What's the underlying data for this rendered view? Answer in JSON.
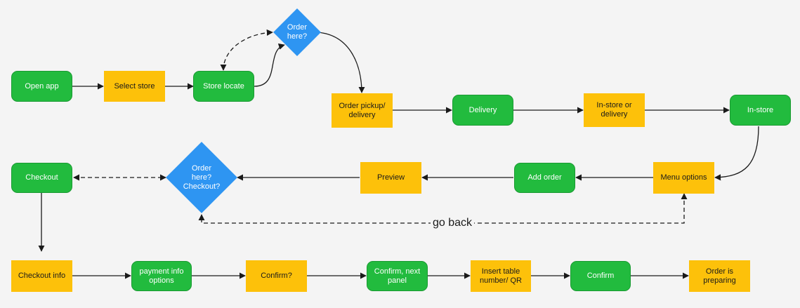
{
  "nodes": {
    "open_app": "Open app",
    "select_store": "Select store",
    "store_locate": "Store locate",
    "order_here": "Order\nhere?",
    "order_pickup": "Order pickup/\ndelivery",
    "delivery": "Delivery",
    "instore_or_delivery": "In-store or\ndelivery",
    "instore": "In-store",
    "checkout": "Checkout",
    "order_here_checkout": "Order\nhere?\nCheckout?",
    "preview": "Preview",
    "add_order": "Add order",
    "menu_options": "Menu options",
    "checkout_info": "Checkout info",
    "payment_info": "payment info\noptions",
    "confirm_q": "Confirm?",
    "confirm_next": "Confirm, next\npanel",
    "insert_table": "Insert table\nnumber/ QR",
    "confirm": "Confirm",
    "order_preparing": "Order is\npreparing"
  },
  "annotations": {
    "go_back": "go back"
  },
  "colors": {
    "green": "#22bb3e",
    "yellow": "#fdc10a",
    "blue": "#2e95f2",
    "line": "#1a1a1a"
  }
}
